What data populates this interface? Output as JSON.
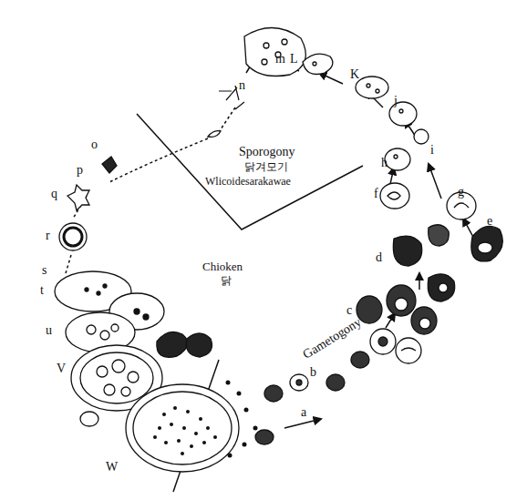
{
  "diagram": {
    "labels": [
      "Sporogony",
      "닭겨모기",
      "Wlicoidesarakawae",
      "Chioken",
      "닭",
      "Gametogony",
      "m",
      "n",
      "L",
      "K",
      "j",
      "i",
      "h",
      "f",
      "g",
      "e",
      "d",
      "c",
      "b",
      "a",
      "o",
      "p",
      "q",
      "r",
      "s",
      "t",
      "u",
      "V",
      "W"
    ]
  }
}
